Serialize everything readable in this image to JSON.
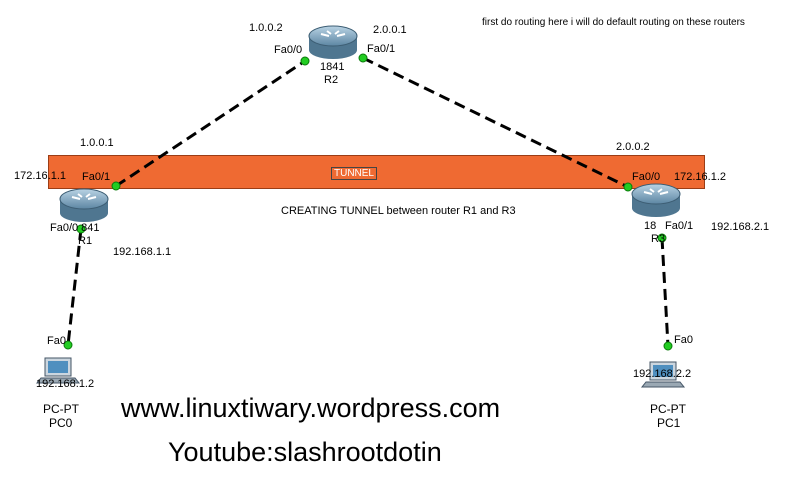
{
  "note": "first do routing here i will do default routing on these routers",
  "tunnel": {
    "label": "TUNNEL",
    "caption": "CREATING TUNNEL between router R1 and R3"
  },
  "r2": {
    "model": "1841",
    "name": "R2",
    "left_ip": "1.0.0.2",
    "right_ip": "2.0.0.1",
    "port_left": "Fa0/0",
    "port_right": "Fa0/1"
  },
  "r1": {
    "model_overlay": "Fa0/0 841",
    "name": "R1",
    "wan_ip": "1.0.0.1",
    "tunnel_ip": "172.16.1.1",
    "port_wan": "Fa0/1",
    "lan_ip": "192.168.1.1"
  },
  "r3": {
    "model": "18",
    "name": "R3",
    "wan_ip": "2.0.0.2",
    "tunnel_ip": "172.16.1.2",
    "port_wan": "Fa0/0",
    "port_lan": "Fa0/1",
    "lan_ip": "192.168.2.1"
  },
  "pc0": {
    "port": "Fa0",
    "ip": "192.168.1.2",
    "type": "PC-PT",
    "name": "PC0"
  },
  "pc1": {
    "port": "Fa0",
    "ip": "192.168.2.2",
    "type": "PC-PT",
    "name": "PC1"
  },
  "watermark": {
    "site": "www.linuxtiwary.wordpress.com",
    "youtube": "Youtube:slashrootdotin"
  },
  "colors": {
    "tunnel": "#ef6a32",
    "link_dot": "#22cc22",
    "router": "#7a9fb8"
  }
}
